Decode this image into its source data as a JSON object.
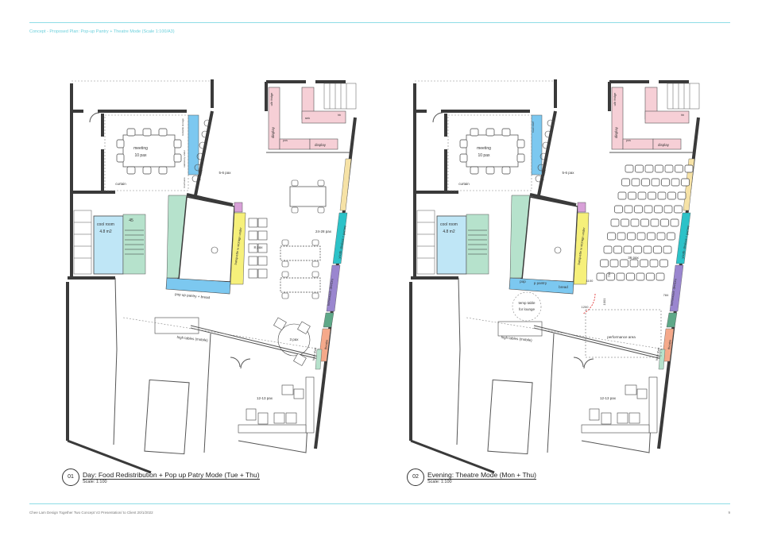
{
  "header": {
    "title": "Concept - Proposed Plan: Pop-up Pantry + Theatre Mode (Scale 1:100/A3)"
  },
  "footer": {
    "text": "Chee Lam Design   Together Two Concept V2 Presentation/ to Client   20/1/2022",
    "page": "9"
  },
  "colors": {
    "accent": "#6cd0dc",
    "pink": "#f6cfd6",
    "blue": "#7cc8f0",
    "green": "#b6e2cc",
    "yellow": "#f6f07a",
    "teal": "#2cc2c8",
    "purple": "#9a86cf",
    "salmon": "#f5a98a",
    "cream": "#f6e2a6",
    "mauve": "#d8a0d8"
  },
  "plans": [
    {
      "number": "01",
      "title": "Day: Food Redistribution + Pop up Patry Mode (Tue + Thu)",
      "scale": "Scale: 1:100",
      "labels": [
        "meeting",
        "10 pax",
        "curtain",
        "5-6 pax",
        "high table",
        "u/b fridge",
        "display",
        "display",
        "pos",
        "sink",
        "hb",
        "cool room",
        "4.8 m2",
        "45",
        "8 pax",
        "24-28 pax",
        "banquette w storage under",
        "youth: devices + games",
        "pop up pantry + bread",
        "high tables (mobile)",
        "3 pax",
        "12-13 pax",
        "homework: devices",
        "theatre",
        "book shelf",
        "lockable storage",
        "stationery under",
        "brochures"
      ]
    },
    {
      "number": "02",
      "title": "Evening: Theatre Mode (Mon + Thu)",
      "scale": "Scale: 1:100",
      "labels": [
        "meeting",
        "10 pax",
        "curtain",
        "5-6 pax",
        "high table",
        "u/b fridge",
        "display",
        "display",
        "pos",
        "hb",
        "cool room",
        "4.8 m2",
        "36 pax",
        "banquette w storage under",
        "youth: devices + games",
        "pop",
        "p pantry",
        "bread",
        "temp table",
        "for lounge",
        "high tables (mobile)",
        "performance area",
        "1100",
        "700",
        "1200",
        "1001",
        "784",
        "theatre",
        "book shelf",
        "homework: devices",
        "12-13 pax",
        "book shelf"
      ]
    }
  ]
}
